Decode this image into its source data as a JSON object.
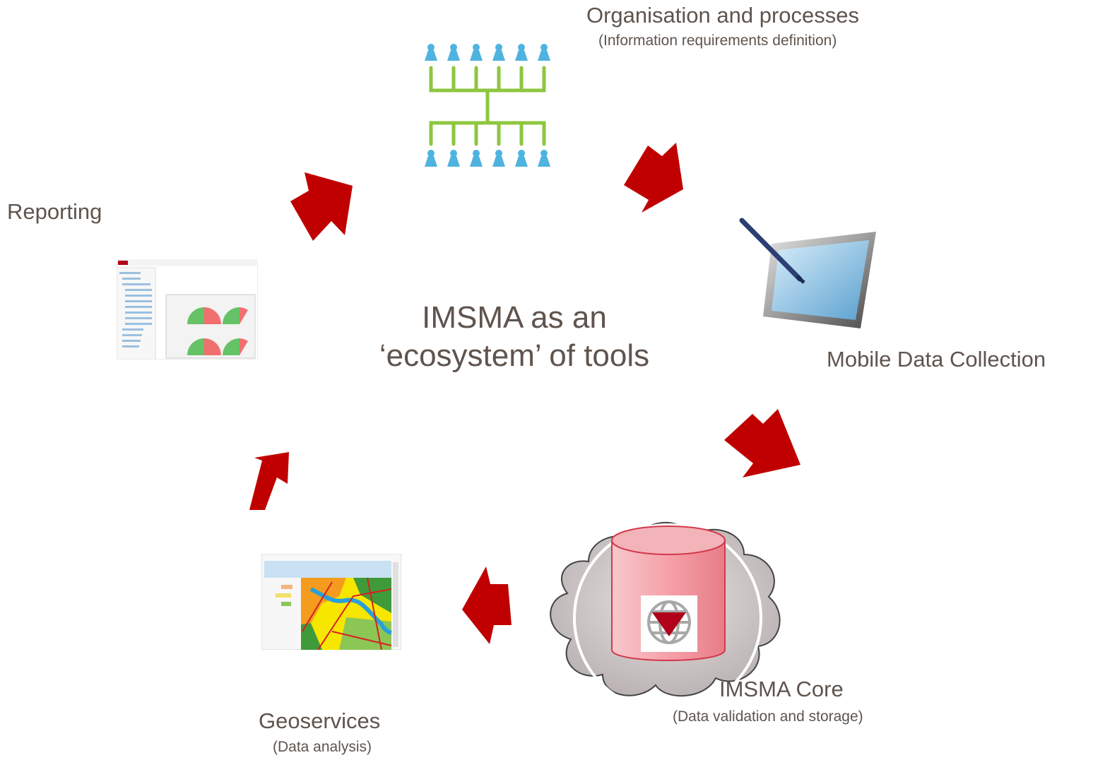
{
  "center": {
    "line1": "IMSMA as an",
    "line2": "‘ecosystem’ of tools"
  },
  "nodes": {
    "organisation": {
      "title": "Organisation and processes",
      "subtitle": "(Information requirements definition)",
      "icon": "org-chart-icon"
    },
    "mobile": {
      "title": "Mobile Data Collection",
      "icon": "tablet-stylus-icon"
    },
    "core": {
      "title": "IMSMA Core",
      "subtitle": "(Data validation and storage)",
      "icon": "database-cloud-icon"
    },
    "geoservices": {
      "title": "Geoservices",
      "subtitle": "(Data analysis)",
      "icon": "map-screenshot-icon"
    },
    "reporting": {
      "title": "Reporting",
      "icon": "dashboard-screenshot-icon"
    }
  },
  "colors": {
    "arrow": "#c00000",
    "text": "#5f544d",
    "person": "#4fb3e0",
    "tree": "#8dc63f"
  }
}
